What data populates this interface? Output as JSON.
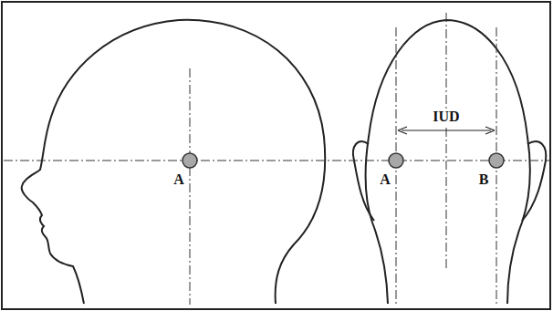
{
  "diagram": {
    "labels": [
      "A",
      "A",
      "B",
      "IUD"
    ]
  }
}
